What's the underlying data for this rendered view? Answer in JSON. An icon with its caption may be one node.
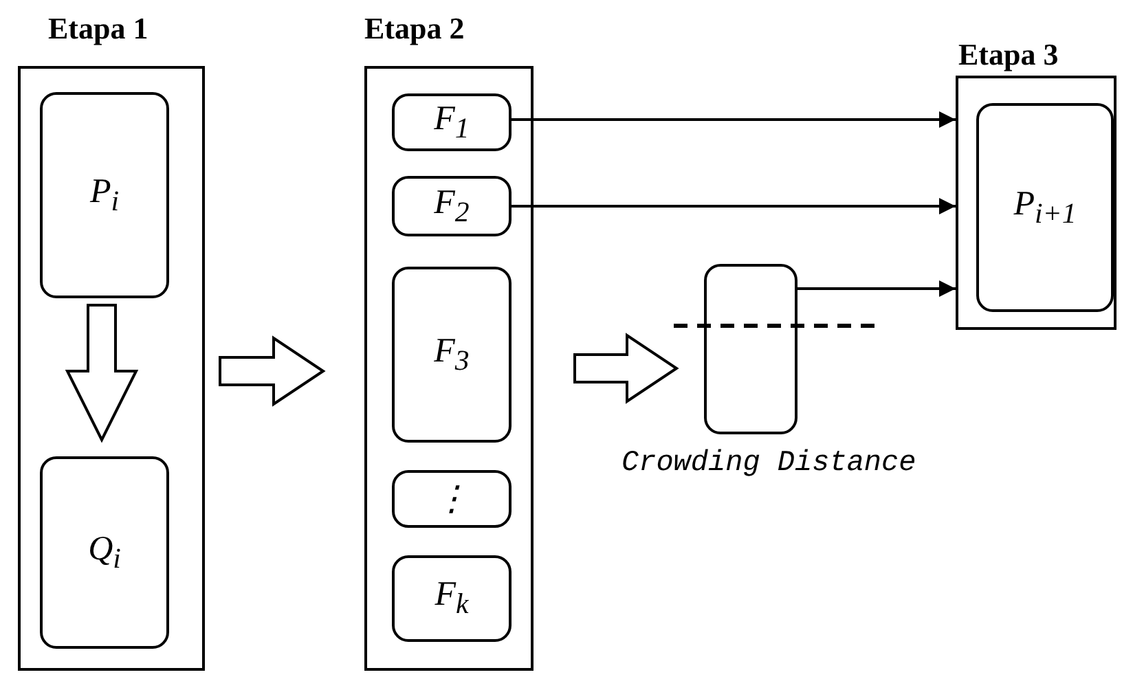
{
  "diagram": {
    "nodes": [
      {
        "text": [
          "Etapa 1"
        ]
      },
      {
        "text": [
          "P$_{i}$"
        ],
        "in": 0
      },
      {
        "text": [
          "Q$_{i}$"
        ],
        "in": 0
      },
      {
        "text": [
          "Etapa 2"
        ]
      },
      {
        "text": [
          "F$_{1}$"
        ],
        "in": 3
      },
      {
        "text": [
          "F$_{2}$"
        ],
        "in": 3
      },
      {
        "text": [
          "F$_{3}$"
        ],
        "in": 3
      },
      {
        "text": [
          "⋮"
        ],
        "in": 3
      },
      {
        "text": [
          "F$_{k}$"
        ],
        "in": 3
      },
      {
        "text": [
          "Etapa 3"
        ]
      },
      {
        "text": [
          "P$_{i+1}$"
        ],
        "in": 9
      },
      {
        "text": [],
        "shape": "box",
        "beside": [
          "Crowding Distance"
        ]
      }
    ],
    "edges": [
      {
        "from": 1,
        "to": 2,
        "arrow": "to",
        "style": "thick"
      },
      {
        "from": 0,
        "to": 3,
        "arrow": "to",
        "style": "thick"
      },
      {
        "from": 3,
        "to": 11,
        "arrow": "to",
        "style": "thick"
      },
      {
        "from": 4,
        "to": 9,
        "arrow": "to"
      },
      {
        "from": 5,
        "to": 9,
        "arrow": "to"
      },
      {
        "from": 11,
        "to": 9,
        "arrow": "to"
      }
    ]
  }
}
